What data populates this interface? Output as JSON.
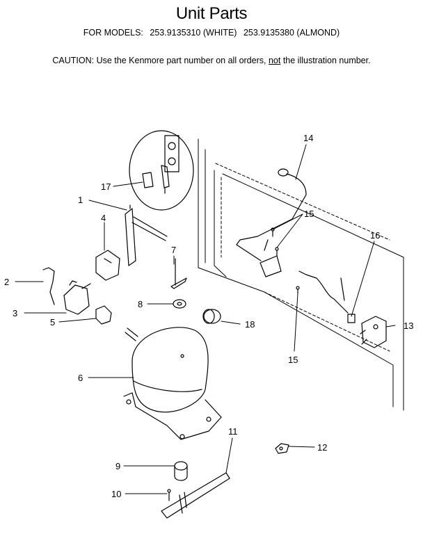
{
  "header": {
    "title": "Unit Parts",
    "models_prefix": "FOR MODELS:",
    "model_white": "253.9135310 (WHITE)",
    "model_almond": "253.9135380 (ALMOND)",
    "caution_before": "CAUTION:  Use the Kenmore part number on all orders, ",
    "caution_underlined": "not",
    "caution_after": " the illustration number."
  },
  "callouts": {
    "c1": "1",
    "c2": "2",
    "c3": "3",
    "c4": "4",
    "c5": "5",
    "c6": "6",
    "c7": "7",
    "c8": "8",
    "c9": "9",
    "c10": "10",
    "c11": "11",
    "c12": "12",
    "c13": "13",
    "c14": "14",
    "c15a": "15",
    "c15b": "15",
    "c16": "16",
    "c17": "17",
    "c18": "18"
  },
  "colors": {
    "ink": "#000000",
    "paper": "#ffffff"
  }
}
